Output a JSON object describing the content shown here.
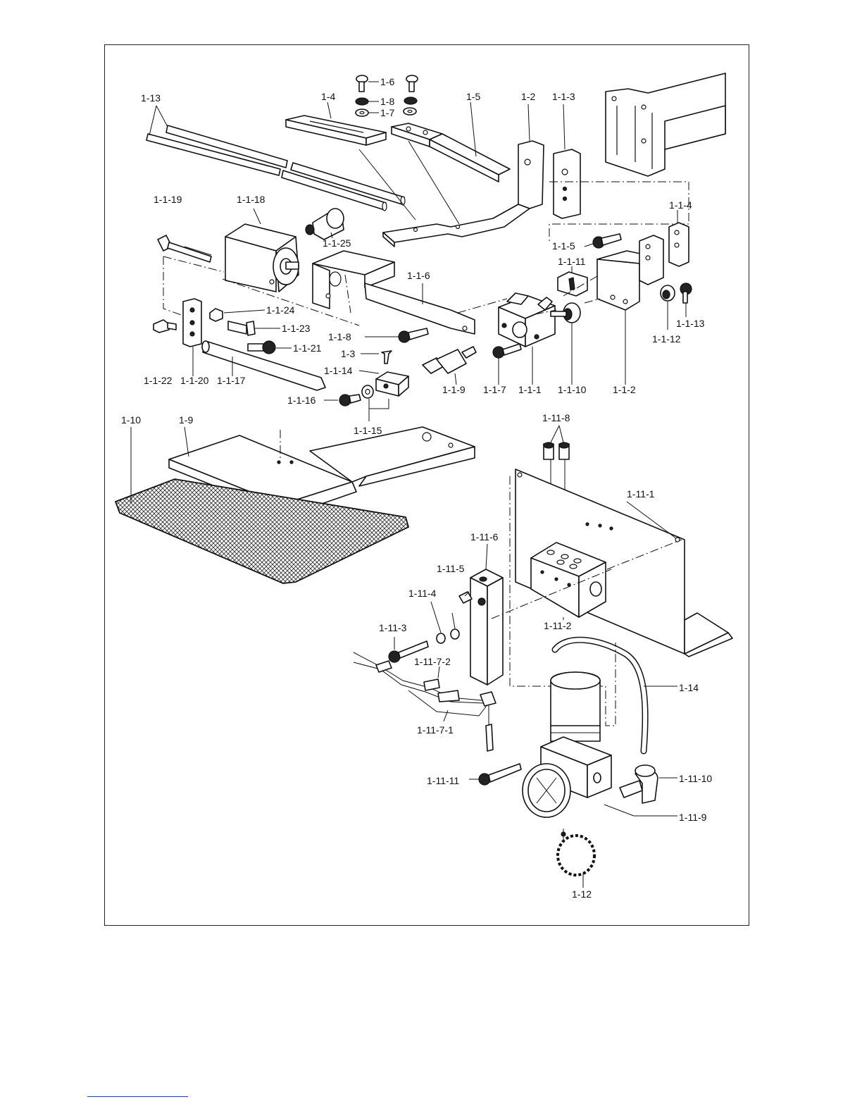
{
  "labels": {
    "l_1_13": "1-13",
    "l_1_6": "1-6",
    "l_1_8": "1-8",
    "l_1_7": "1-7",
    "l_1_4": "1-4",
    "l_1_5": "1-5",
    "l_1_2": "1-2",
    "l_1_1_3": "1-1-3",
    "l_1_1_19": "1-1-19",
    "l_1_1_18": "1-1-18",
    "l_1_1_25": "1-1-25",
    "l_1_1_4": "1-1-4",
    "l_1_1_5": "1-1-5",
    "l_1_1_11": "1-1-11",
    "l_1_1_6": "1-1-6",
    "l_1_1_24": "1-1-24",
    "l_1_1_23": "1-1-23",
    "l_1_1_8": "1-1-8",
    "l_1_1_21": "1-1-21",
    "l_1_3": "1-3",
    "l_1_1_14": "1-1-14",
    "l_1_1_13": "1-1-13",
    "l_1_1_12": "1-1-12",
    "l_1_1_22": "1-1-22",
    "l_1_1_20": "1-1-20",
    "l_1_1_17": "1-1-17",
    "l_1_1_9": "1-1-9",
    "l_1_1_7": "1-1-7",
    "l_1_1_1": "1-1-1",
    "l_1_1_10": "1-1-10",
    "l_1_1_2": "1-1-2",
    "l_1_1_16": "1-1-16",
    "l_1_1_15": "1-1-15",
    "l_1_10": "1-10",
    "l_1_9": "1-9",
    "l_1_11_8": "1-11-8",
    "l_1_11_1": "1-11-1",
    "l_1_11_6": "1-11-6",
    "l_1_11_5": "1-11-5",
    "l_1_11_4": "1-11-4",
    "l_1_11_3": "1-11-3",
    "l_1_11_7_2": "1-11-7-2",
    "l_1_11_2": "1-11-2",
    "l_1_14": "1-14",
    "l_1_11_7_1": "1-11-7-1",
    "l_1_11_11": "1-11-11",
    "l_1_11_10": "1-11-10",
    "l_1_11_9": "1-11-9",
    "l_1_12": "1-12"
  }
}
